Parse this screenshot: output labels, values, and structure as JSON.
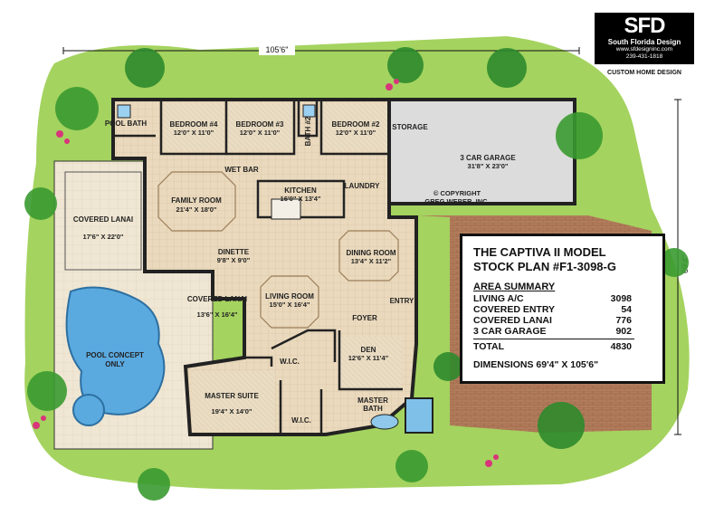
{
  "logo": {
    "mark": "SFD",
    "company": "South Florida Design",
    "website": "www.sfdesigninc.com",
    "phone": "239-431-1818",
    "tagline": "CUSTOM HOME DESIGN"
  },
  "dimensions": {
    "top": "105'6\"",
    "right": "69'4\""
  },
  "rooms": {
    "pool_bath": "POOL BATH",
    "bedroom4": {
      "name": "BEDROOM #4",
      "size": "12'0\" X 11'0\""
    },
    "bedroom3": {
      "name": "BEDROOM #3",
      "size": "12'0\" X 11'0\""
    },
    "bath2": "BATH #2",
    "bedroom2": {
      "name": "BEDROOM #2",
      "size": "12'0\" X 11'0\""
    },
    "storage": "STORAGE",
    "garage": {
      "name": "3 CAR GARAGE",
      "size": "31'8\" X 23'0\""
    },
    "copyright": "© COPYRIGHT",
    "copyright_owner": "GREG WEBER, INC.",
    "wet_bar": "WET BAR",
    "family": {
      "name": "FAMILY ROOM",
      "size": "21'4\" X 18'0\""
    },
    "kitchen": {
      "name": "KITCHEN",
      "size": "16'0\" X 13'4\""
    },
    "laundry": "LAUNDRY",
    "covered_lanai_left": {
      "name": "COVERED LANAI",
      "size": "17'6\" X 22'0\""
    },
    "dinette": {
      "name": "DINETTE",
      "size": "9'8\" X 9'0\""
    },
    "dining": {
      "name": "DINING ROOM",
      "size": "13'4\" X 11'2\""
    },
    "covered_lanai_mid": {
      "name": "COVERED LANAI",
      "size": "13'6\" X 16'4\""
    },
    "living": {
      "name": "LIVING ROOM",
      "size": "15'0\" X 16'4\""
    },
    "foyer": "FOYER",
    "entry": "ENTRY",
    "pool": {
      "line1": "POOL CONCEPT",
      "line2": "ONLY"
    },
    "den": {
      "name": "DEN",
      "size": "12'6\" X 11'4\""
    },
    "wic1": "W.I.C.",
    "master_suite": {
      "name": "MASTER SUITE",
      "size": "19'4\" X 14'0\""
    },
    "wic2": "W.I.C.",
    "master_bath": {
      "line1": "MASTER",
      "line2": "BATH"
    }
  },
  "info": {
    "title": "THE CAPTIVA II MODEL",
    "stock": "STOCK PLAN #F1-3098-G",
    "summary_heading": "AREA SUMMARY",
    "rows": [
      {
        "label": "LIVING A/C",
        "value": "3098"
      },
      {
        "label": "COVERED ENTRY",
        "value": "54"
      },
      {
        "label": "COVERED LANAI",
        "value": "776"
      },
      {
        "label": "3 CAR GARAGE",
        "value": "902"
      }
    ],
    "total_label": "TOTAL",
    "total_value": "4830",
    "dimensions_line": "DIMENSIONS 69'4\" X 105'6\""
  },
  "colors": {
    "lawn": "#9ccf5a",
    "pool_deck": "#ece3d0",
    "interior_tile": "#e8d8bd",
    "wall": "#222222",
    "garage_floor": "#d8d8d8",
    "driveway": "#b07a5a",
    "pool_water": "#5aa8e0",
    "palm": "#2f8a2a",
    "flowers": "#d8357a"
  }
}
